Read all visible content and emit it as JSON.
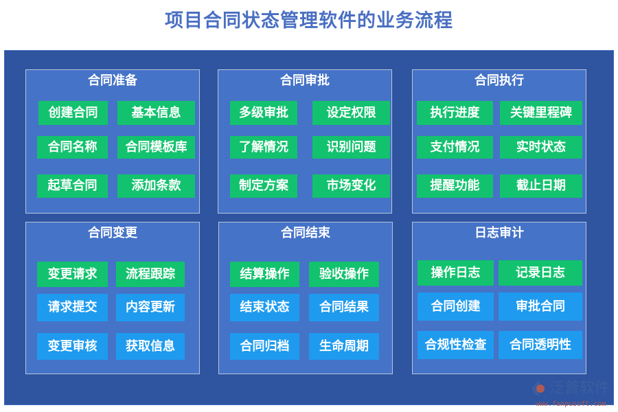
{
  "title": "项目合同状态管理软件的业务流程",
  "colors": {
    "background": "#2f54a0",
    "panel": "#4573c7",
    "green": "#13c26e",
    "blue": "#1e9bef"
  },
  "panels": [
    {
      "title": "合同准备",
      "buttons": [
        {
          "label": "创建合同",
          "color": "green"
        },
        {
          "label": "基本信息",
          "color": "green"
        },
        {
          "label": "合同名称",
          "color": "green"
        },
        {
          "label": "合同模板库",
          "color": "green"
        },
        {
          "label": "起草合同",
          "color": "green"
        },
        {
          "label": "添加条款",
          "color": "green"
        }
      ]
    },
    {
      "title": "合同审批",
      "buttons": [
        {
          "label": "多级审批",
          "color": "green"
        },
        {
          "label": "设定权限",
          "color": "green"
        },
        {
          "label": "了解情况",
          "color": "green"
        },
        {
          "label": "识别问题",
          "color": "green"
        },
        {
          "label": "制定方案",
          "color": "green"
        },
        {
          "label": "市场变化",
          "color": "green"
        }
      ]
    },
    {
      "title": "合同执行",
      "buttons": [
        {
          "label": "执行进度",
          "color": "green"
        },
        {
          "label": "关键里程碑",
          "color": "green"
        },
        {
          "label": "支付情况",
          "color": "green"
        },
        {
          "label": "实时状态",
          "color": "green"
        },
        {
          "label": "提醒功能",
          "color": "green"
        },
        {
          "label": "截止日期",
          "color": "green"
        }
      ]
    },
    {
      "title": "合同变更",
      "buttons": [
        {
          "label": "变更请求",
          "color": "green"
        },
        {
          "label": "流程跟踪",
          "color": "green"
        },
        {
          "label": "请求提交",
          "color": "blue"
        },
        {
          "label": "内容更新",
          "color": "blue"
        },
        {
          "label": "变更审核",
          "color": "blue"
        },
        {
          "label": "获取信息",
          "color": "blue"
        }
      ]
    },
    {
      "title": "合同结束",
      "buttons": [
        {
          "label": "结算操作",
          "color": "green"
        },
        {
          "label": "验收操作",
          "color": "green"
        },
        {
          "label": "结束状态",
          "color": "blue"
        },
        {
          "label": "合同结果",
          "color": "blue"
        },
        {
          "label": "合同归档",
          "color": "blue"
        },
        {
          "label": "生命周期",
          "color": "blue"
        }
      ]
    },
    {
      "title": "日志审计",
      "buttons": [
        {
          "label": "操作日志",
          "color": "green"
        },
        {
          "label": "记录日志",
          "color": "green"
        },
        {
          "label": "合同创建",
          "color": "blue"
        },
        {
          "label": "审批合同",
          "color": "blue"
        },
        {
          "label": "合规性检查",
          "color": "blue"
        },
        {
          "label": "合同透明性",
          "color": "blue"
        }
      ]
    }
  ],
  "logo": {
    "name": "泛普软件",
    "url": "www.fanpusoft.com"
  }
}
